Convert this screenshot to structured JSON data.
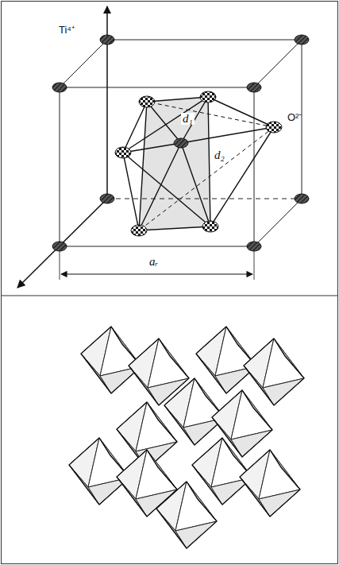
{
  "diagram": {
    "labels": [
      "Ti⁴⁺",
      "O²⁻",
      "d₁",
      "d₂",
      "aᵣ"
    ]
  }
}
